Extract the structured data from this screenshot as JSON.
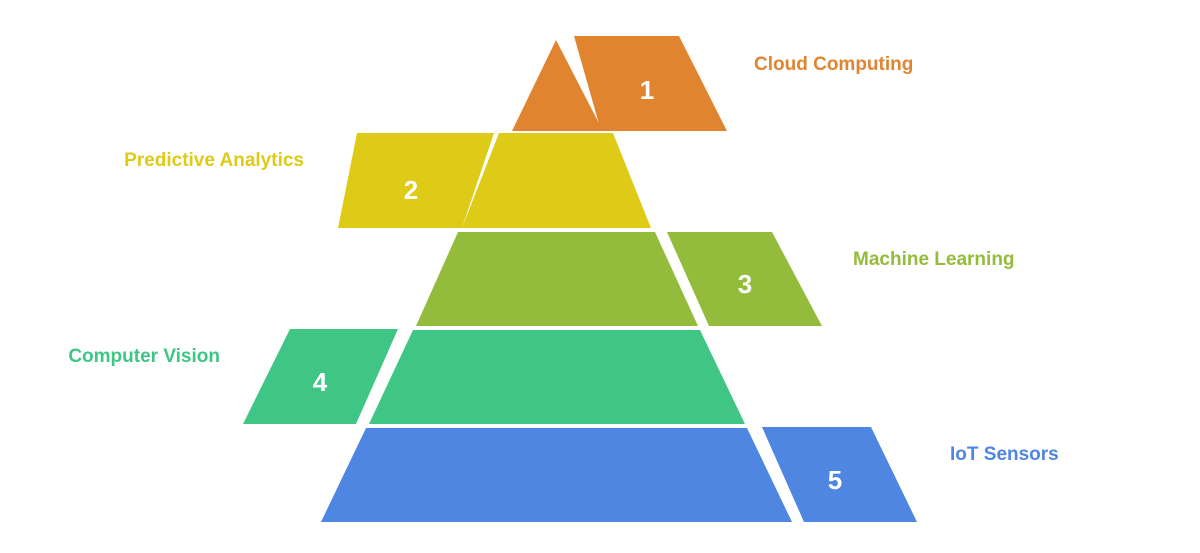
{
  "levels": [
    {
      "number": "1",
      "label": "Cloud Computing",
      "color": "#E08430"
    },
    {
      "number": "2",
      "label": "Predictive Analytics",
      "color": "#DDCB17"
    },
    {
      "number": "3",
      "label": "Machine Learning",
      "color": "#94BC3C"
    },
    {
      "number": "4",
      "label": "Computer Vision",
      "color": "#3FC685"
    },
    {
      "number": "5",
      "label": "IoT Sensors",
      "color": "#4E86E2"
    }
  ]
}
